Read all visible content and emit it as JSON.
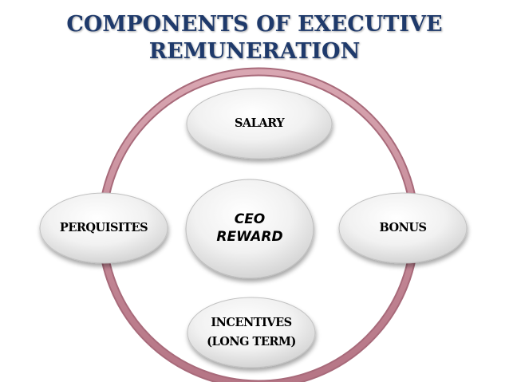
{
  "title": {
    "line1": "COMPONENTS OF EXECUTIVE",
    "line2": "REMUNERATION"
  },
  "center": {
    "line1": "CEO",
    "line2": "REWARD"
  },
  "nodes": {
    "top": "SALARY",
    "right": "BONUS",
    "bottom_line1": "INCENTIVES",
    "bottom_line2": "(LONG TERM)",
    "left": "PERQUISITES"
  },
  "colors": {
    "title": "#1f3a6b",
    "ring": "#c58a98",
    "node_fill_light": "#ffffff",
    "node_fill_dark": "#d4d4d4"
  }
}
